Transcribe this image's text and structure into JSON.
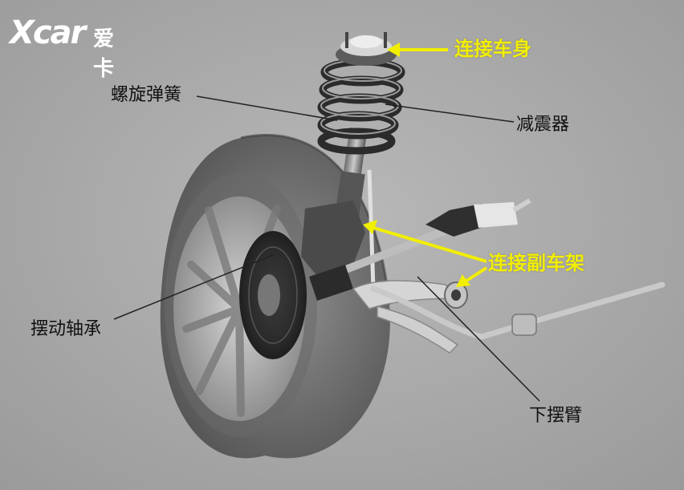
{
  "logo": {
    "mark": "Xcar",
    "brand": "爱卡"
  },
  "labels": {
    "connect_body": "连接车身",
    "coil_spring": "螺旋弹簧",
    "shock_absorber": "减震器",
    "connect_subframe": "连接副车架",
    "swing_bearing": "摆动轴承",
    "lower_control_arm": "下摆臂"
  },
  "colors": {
    "background": "#a4a4a4",
    "highlight_label": "#f2ee00",
    "label_text": "#111111"
  }
}
